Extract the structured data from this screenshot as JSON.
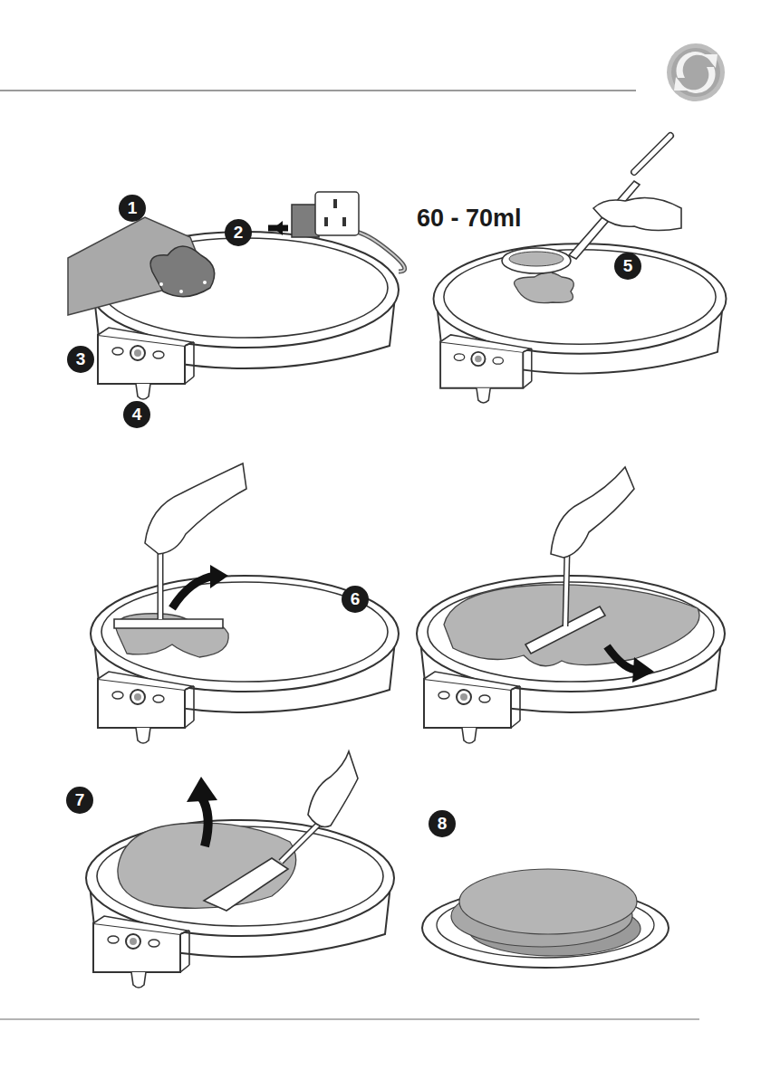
{
  "diagram": {
    "labels": [
      "1",
      "2",
      "3",
      "4",
      "60 - 70ml",
      "5",
      "6",
      "7",
      "8"
    ]
  }
}
